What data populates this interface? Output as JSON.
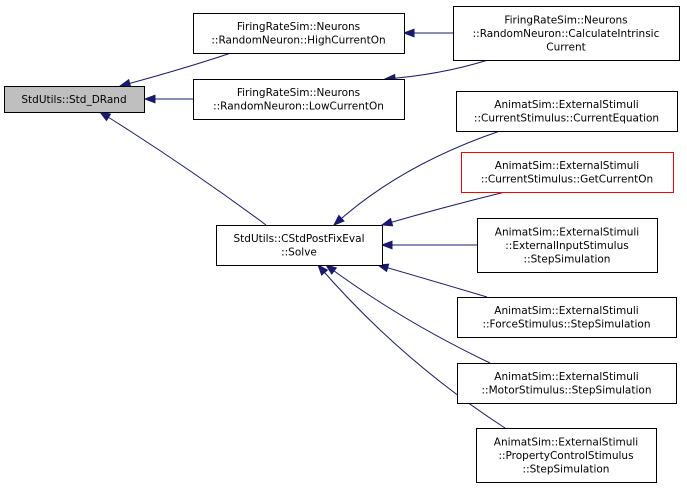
{
  "nodes": [
    {
      "id": "std_drand",
      "lines": [
        "StdUtils::Std_DRand"
      ],
      "style": "root"
    },
    {
      "id": "highcurrenton",
      "lines": [
        "FiringRateSim::Neurons",
        "::RandomNeuron::HighCurrentOn"
      ],
      "style": "normal"
    },
    {
      "id": "lowcurrenton",
      "lines": [
        "FiringRateSim::Neurons",
        "::RandomNeuron::LowCurrentOn"
      ],
      "style": "normal"
    },
    {
      "id": "calcintrinsic",
      "lines": [
        "FiringRateSim::Neurons",
        "::RandomNeuron::CalculateIntrinsic",
        "Current"
      ],
      "style": "normal"
    },
    {
      "id": "solve",
      "lines": [
        "StdUtils::CStdPostFixEval",
        "::Solve"
      ],
      "style": "normal"
    },
    {
      "id": "currentequation",
      "lines": [
        "AnimatSim::ExternalStimuli",
        "::CurrentStimulus::CurrentEquation"
      ],
      "style": "normal"
    },
    {
      "id": "getcurrenton",
      "lines": [
        "AnimatSim::ExternalStimuli",
        "::CurrentStimulus::GetCurrentOn"
      ],
      "style": "highlight"
    },
    {
      "id": "externalinput",
      "lines": [
        "AnimatSim::ExternalStimuli",
        "::ExternalInputStimulus",
        "::StepSimulation"
      ],
      "style": "normal"
    },
    {
      "id": "forcestimulus",
      "lines": [
        "AnimatSim::ExternalStimuli",
        "::ForceStimulus::StepSimulation"
      ],
      "style": "normal"
    },
    {
      "id": "motorstimulus",
      "lines": [
        "AnimatSim::ExternalStimuli",
        "::MotorStimulus::StepSimulation"
      ],
      "style": "normal"
    },
    {
      "id": "propertycontrol",
      "lines": [
        "AnimatSim::ExternalStimuli",
        "::PropertyControlStimulus",
        "::StepSimulation"
      ],
      "style": "normal"
    }
  ],
  "edges": [
    {
      "from": "highcurrenton",
      "to": "std_drand"
    },
    {
      "from": "lowcurrenton",
      "to": "std_drand"
    },
    {
      "from": "solve",
      "to": "std_drand"
    },
    {
      "from": "calcintrinsic",
      "to": "highcurrenton"
    },
    {
      "from": "calcintrinsic",
      "to": "lowcurrenton"
    },
    {
      "from": "currentequation",
      "to": "solve"
    },
    {
      "from": "getcurrenton",
      "to": "solve"
    },
    {
      "from": "externalinput",
      "to": "solve"
    },
    {
      "from": "forcestimulus",
      "to": "solve"
    },
    {
      "from": "motorstimulus",
      "to": "solve"
    },
    {
      "from": "propertycontrol",
      "to": "solve"
    }
  ],
  "colors": {
    "edge": "#191970",
    "root_fill": "#bfbfbf",
    "highlight_border": "#ff0000"
  }
}
